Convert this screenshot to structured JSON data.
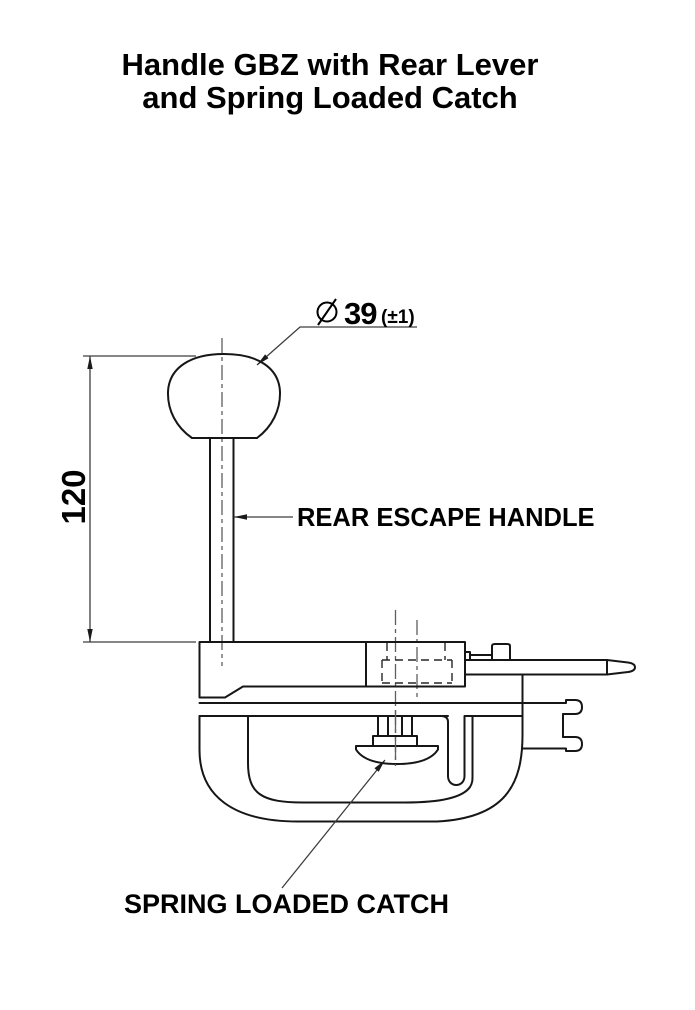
{
  "title": {
    "line1": "Handle GBZ with Rear Lever",
    "line2": "and Spring Loaded Catch"
  },
  "callouts": {
    "diameter": {
      "value": "39",
      "tolerance": "(±1)"
    },
    "height": {
      "value": "120"
    },
    "rear_handle": {
      "label": "REAR ESCAPE HANDLE"
    },
    "spring_catch": {
      "label": "SPRING LOADED CATCH"
    }
  },
  "colors": {
    "background": "#ffffff",
    "outline": "#161616",
    "thin_line": "#3d3d3d",
    "centerline": "#5f5f5f",
    "text": "#000000"
  }
}
